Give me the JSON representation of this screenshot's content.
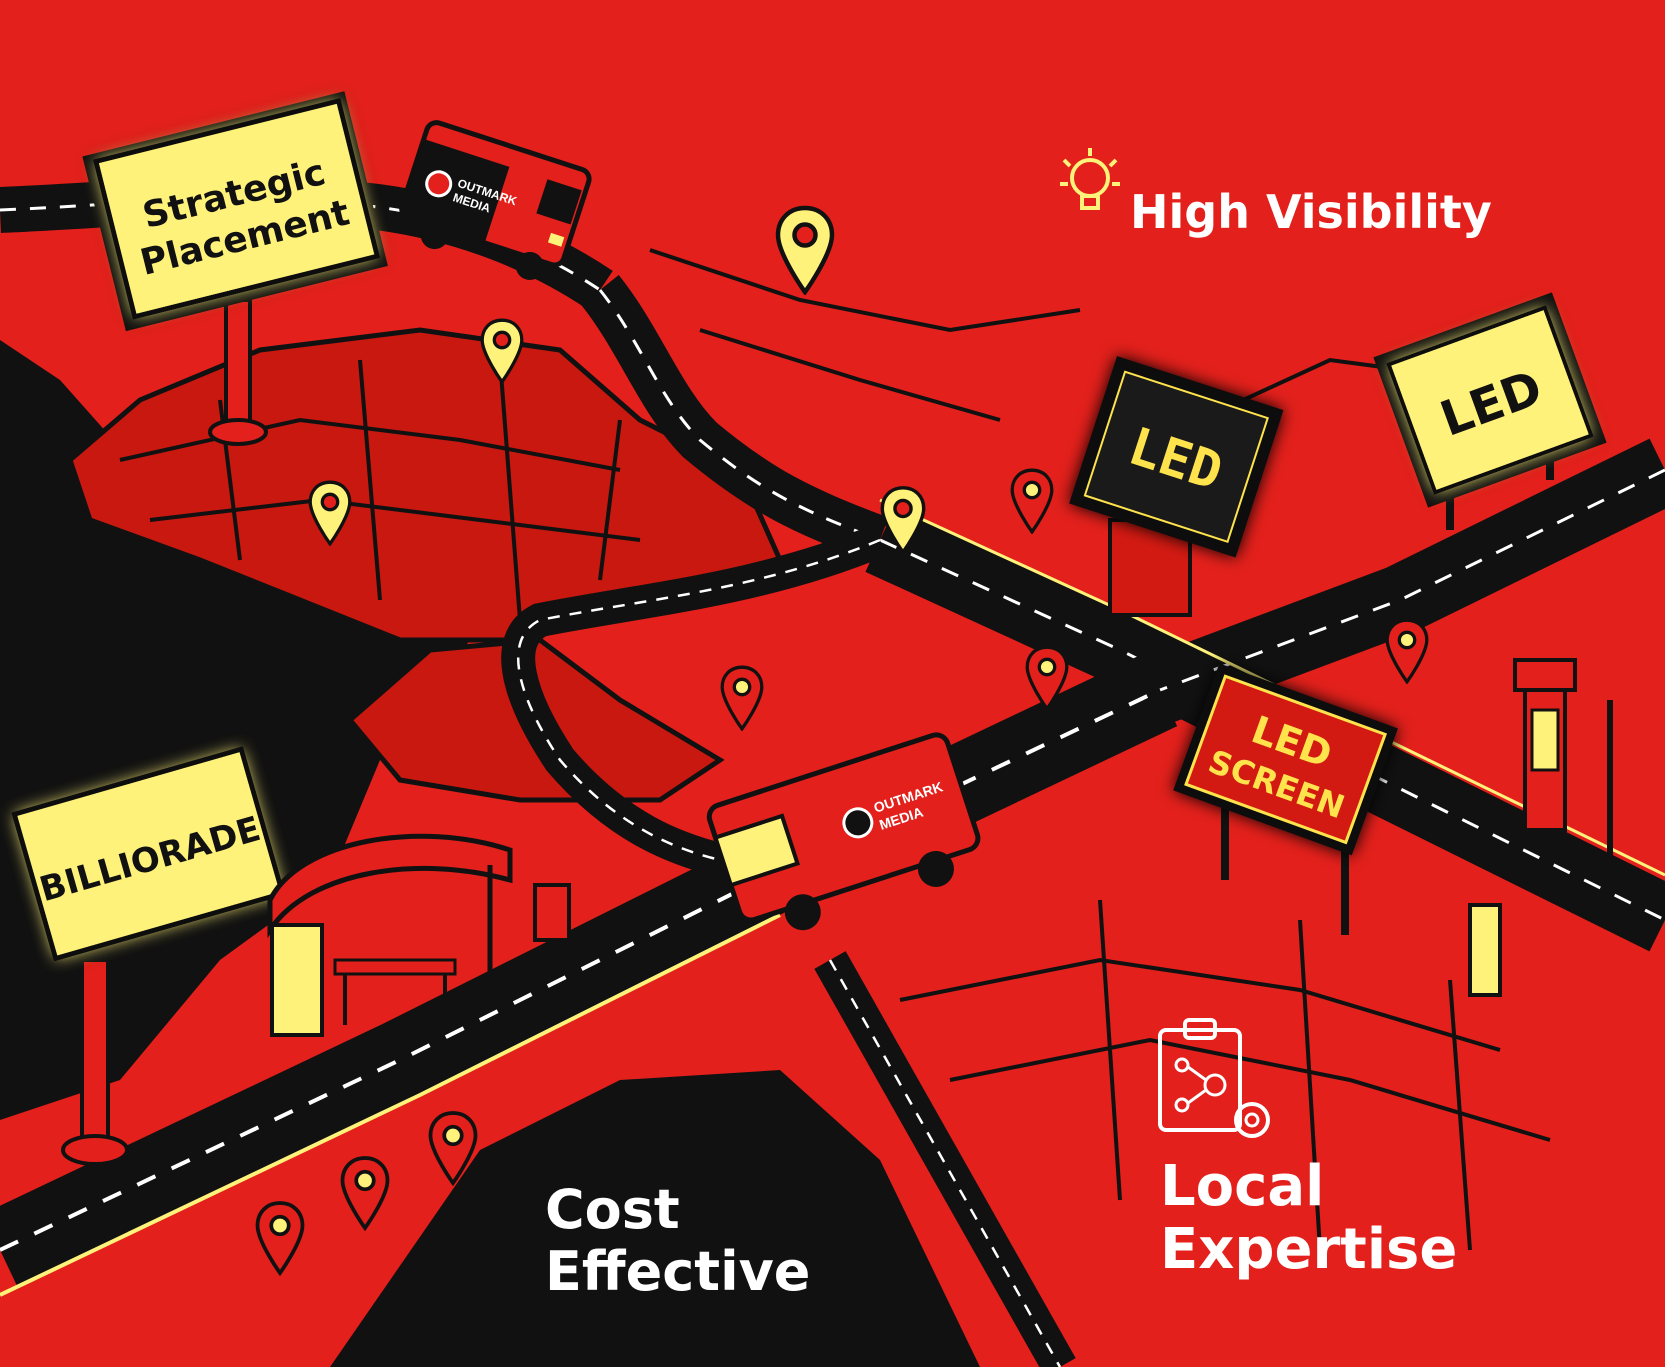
{
  "headlines": {
    "high_visibility": "High Visibility",
    "cost_effective_line1": "Cost",
    "cost_effective_line2": "Effective",
    "local_expertise_line1": "Local",
    "local_expertise_line2": "Expertise"
  },
  "billboards": {
    "strategic_line1": "Strategic",
    "strategic_line2": "Placement",
    "billiorade": "BILLIORADE",
    "led_dark": "LED",
    "led_light": "LED",
    "led_screen_line1": "LED",
    "led_screen_line2": "SCREEN"
  },
  "vans": {
    "brand_line1": "OUTMARK",
    "brand_line2": "MEDIA"
  },
  "icons": [
    "lightbulb-icon",
    "clipboard-gear-icon",
    "map-pin-icon"
  ],
  "colors": {
    "background_red": "#e3201b",
    "dark_red": "#b5150f",
    "black": "#111111",
    "accent_yellow": "#fff27a",
    "glow_yellow": "#ffe34d",
    "text_white": "#ffffff"
  }
}
